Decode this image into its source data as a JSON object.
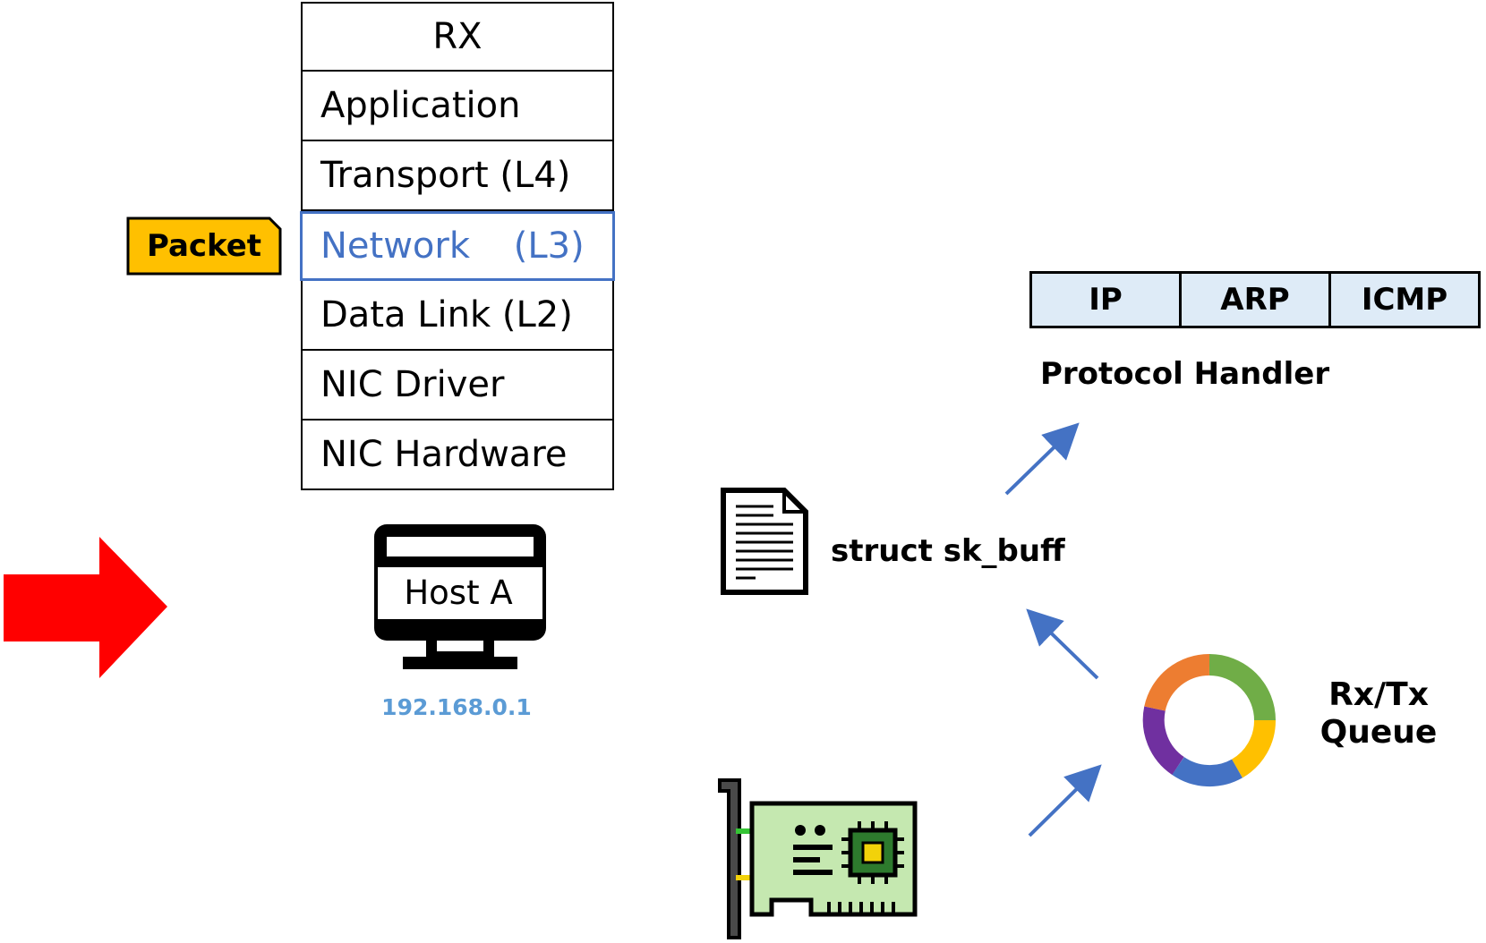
{
  "stack": {
    "header": "RX",
    "layers": [
      "Application",
      "Transport (L4)",
      "Network (L3)",
      "Data Link (L2)",
      "NIC Driver",
      "NIC Hardware"
    ],
    "active_layer": "Network (L3)"
  },
  "packet": {
    "label": "Packet",
    "color": "#ffc000"
  },
  "host": {
    "label": "Host A",
    "ip": "192.168.0.1"
  },
  "skbuff": {
    "label": "struct sk_buff"
  },
  "protocol_handler": {
    "cells": [
      "IP",
      "ARP",
      "ICMP"
    ],
    "label": "Protocol Handler",
    "fill": "#deebf7"
  },
  "queue": {
    "line1": "Rx/Tx",
    "line2": "Queue",
    "colors": [
      "#70ad47",
      "#ffc000",
      "#4472c4",
      "#7030a0",
      "#ed7d31"
    ]
  },
  "colors": {
    "accent_blue": "#4472c4",
    "arrow_red": "#ff0000",
    "ip_text": "#5b9bd5"
  }
}
